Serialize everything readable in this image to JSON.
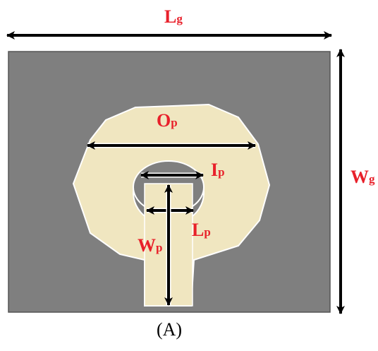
{
  "colors": {
    "ground": "#7f7f7f",
    "patch": "#f0e6c0",
    "arrow": "#000000",
    "label": "#e8202a"
  },
  "labels": {
    "lg": {
      "main": "L",
      "sub": "g"
    },
    "wg": {
      "main": "W",
      "sub": "g"
    },
    "op": {
      "main": "O",
      "sub": "p"
    },
    "ip": {
      "main": "I",
      "sub": "p"
    },
    "lp": {
      "main": "L",
      "sub": "p"
    },
    "wp": {
      "main": "W",
      "sub": "p"
    }
  },
  "caption": "(A)"
}
